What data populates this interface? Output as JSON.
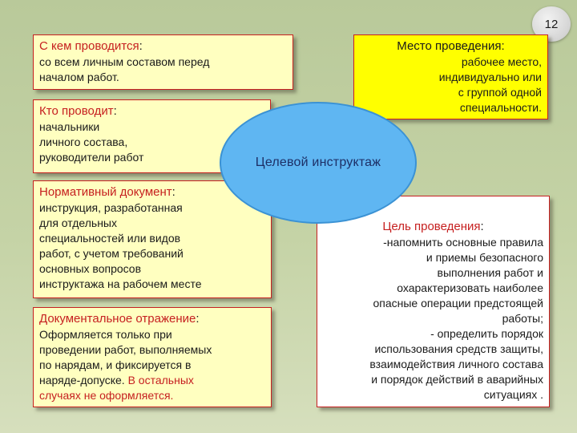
{
  "page_number": "12",
  "center": {
    "label": "Целевой инструктаж"
  },
  "who_with": {
    "title": "С кем проводится",
    "colon": ":",
    "text": "со всем личным составом перед\nначалом работ."
  },
  "who": {
    "title": "Кто проводит",
    "colon": ":",
    "text": "начальники\nличного состава,\nруководители работ"
  },
  "normative_doc": {
    "title": "Нормативный документ",
    "colon": ":",
    "text": "инструкция, разработанная\nдля отдельных\nспециальностей или видов\nработ, с учетом требований\nосновных вопросов\nинструктажа на рабочем месте"
  },
  "documentation": {
    "title": "Документальное отражение",
    "colon": ":",
    "text_black": "Оформляется только при\nпроведении работ, выполняемых\nпо нарядам, и фиксируется в\nнаряде-допуске. ",
    "text_red": "В остальных\nслучаях не оформляется."
  },
  "place": {
    "title": "Место проведения",
    "colon": ":",
    "text": "рабочее место,\nиндивидуально или\nс группой одной\nспециальности."
  },
  "goal": {
    "title": "Цель проведения",
    "colon": ":",
    "text": "-напомнить основные правила\nи приемы безопасного\nвыполнения работ и\nохарактеризовать наиболее\nопасные операции предстоящей\nработы;\n- определить порядок\nиспользования средств защиты,\nвзаимодействия личного состава\nи порядок действий в аварийных\nситуациях ."
  }
}
